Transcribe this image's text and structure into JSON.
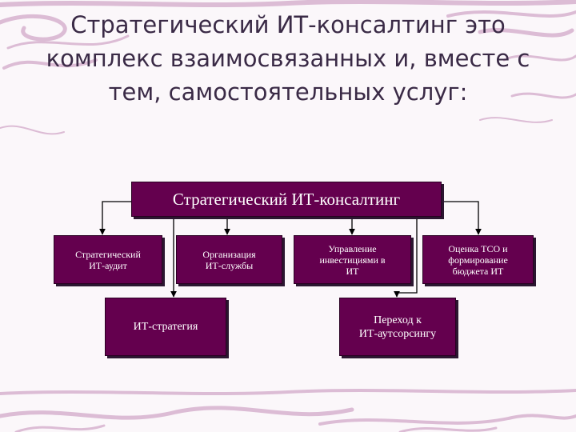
{
  "title_lines": [
    "Стратегический ИТ-консалтинг это",
    "комплекс взаимосвязанных и, вместе с",
    "тем, самостоятельных услуг:"
  ],
  "nodes": {
    "root": "Стратегический ИТ-консалтинг",
    "audit": "Стратегический\nИТ-аудит",
    "org": "Организация\nИТ-службы",
    "invest": "Управление\nинвестициями в\nИТ",
    "tco": "Оценка ТСО и\nформирование\nбюджета ИТ",
    "strategy": "ИТ-стратегия",
    "outsourcing": "Переход к\nИТ-аутсорсингу"
  },
  "colors": {
    "node_fill": "#64004e",
    "node_text": "#ffffff",
    "title_text": "#3a2a46",
    "connector": "#000000",
    "swirl": "#d7b3cf"
  }
}
